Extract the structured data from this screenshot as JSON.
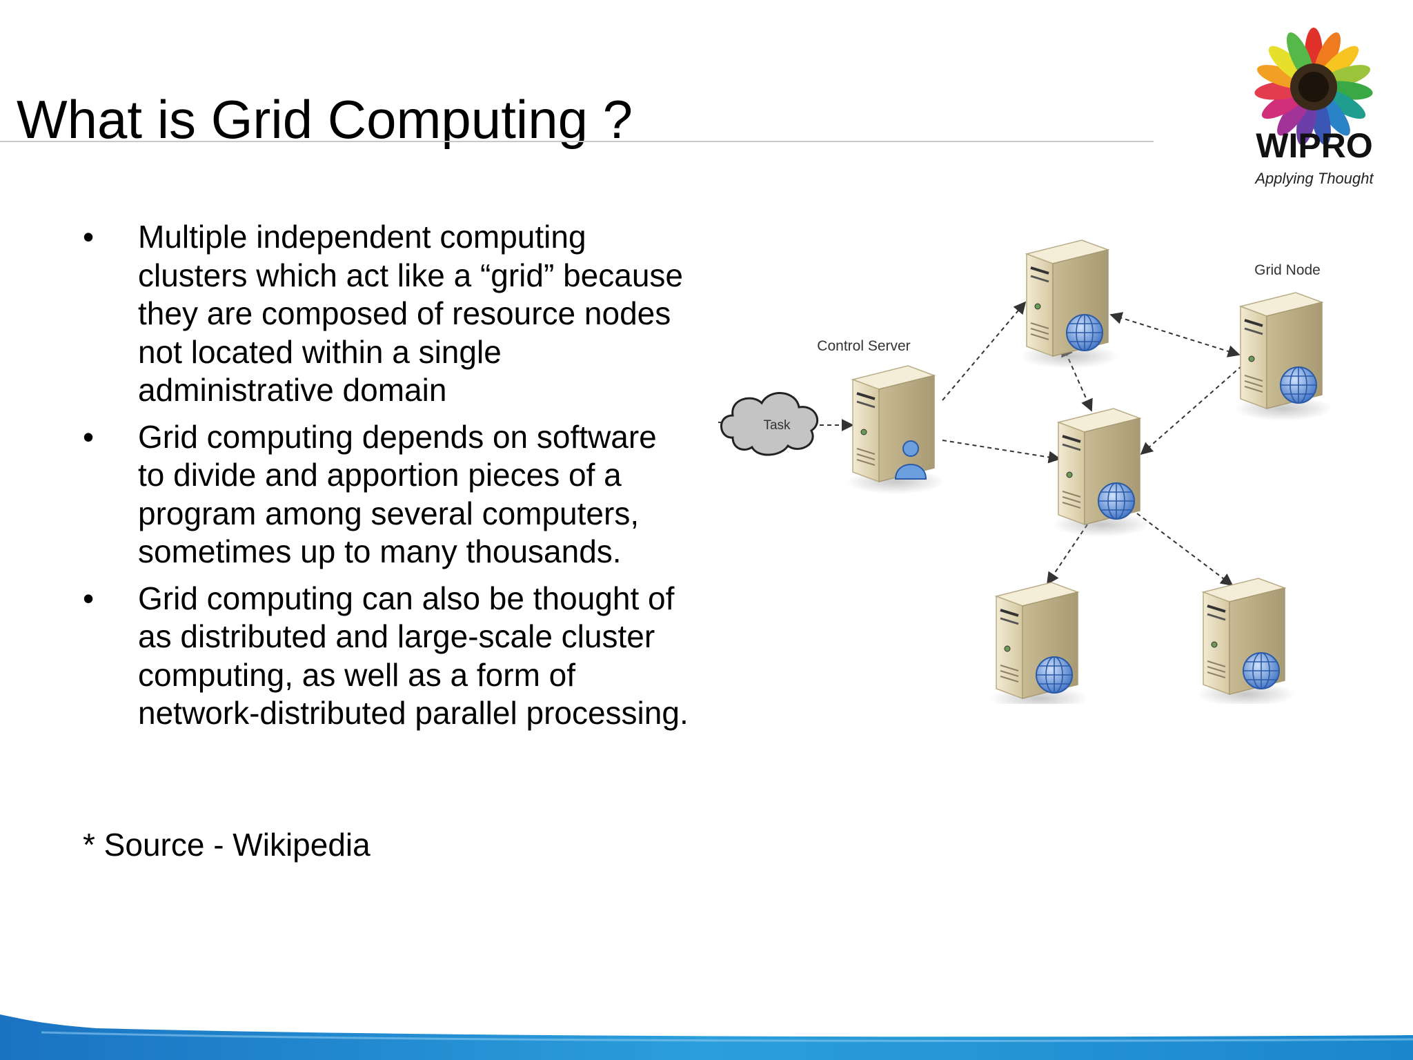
{
  "slide": {
    "title": "What is Grid Computing ?",
    "bullets": [
      "Multiple independent computing clusters which act like a “grid” because they are composed of resource nodes not located within a single administrative domain",
      "Grid computing depends on software to divide and apportion pieces of a program among several computers, sometimes up to many thousands.",
      "Grid computing can also be thought of as distributed and large-scale cluster computing, as well as a form of network-distributed parallel processing."
    ],
    "bullet_symbol": "•",
    "source": "* Source - Wikipedia"
  },
  "logo": {
    "name": "WIPRO",
    "tagline": "Applying Thought"
  },
  "diagram": {
    "labels": {
      "task": "Task",
      "control_server": "Control Server",
      "grid_node": "Grid Node"
    }
  },
  "colors": {
    "server_body": "#e2d6b4",
    "server_side": "#b9ab86",
    "globe": "#5d8fd6",
    "cloud": "#bdbdbd",
    "footer_blue": "#1d8fd0"
  }
}
